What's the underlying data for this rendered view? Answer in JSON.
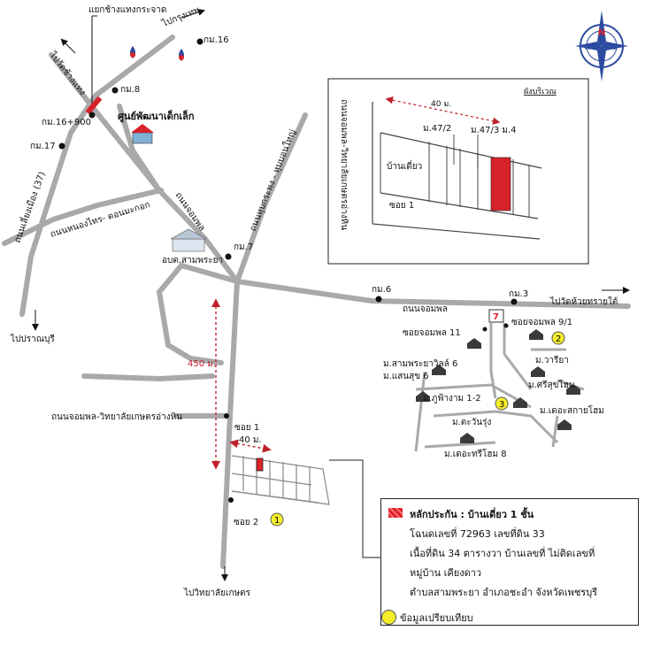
{
  "map": {
    "labels": {
      "junction": "แยกช้างแทงกระจาด",
      "to_bangkok": "ไปกรุงเทพ",
      "to_cha_am_wat": "ไปวัดช้างแทง",
      "km16_top": "กม.16",
      "km8": "กม.8",
      "km16_900": "กม.16+900",
      "child_center": "ศูนย์พัฒนาเด็กเล็ก",
      "km17": "กม.17",
      "road_liang_mueang": "ถนนเลี่ยงเมือง (37)",
      "road_nong_phai": "ถนนหนองไทร- ดอนมะกอก",
      "road_jompol_diag": "ถนนจอมพล",
      "road_hup_krapong": "ถนนหุบกระพง - หุบบอนใหญ่",
      "km7": "กม.7",
      "sao_sampraya": "อบต.สามพระยา",
      "to_pranburi": "ไปปราณบุรี",
      "km6": "กม.6",
      "road_jompol": "ถนนจอมพล",
      "km3": "กม.3",
      "to_wat_huai_sai": "ไปวัดห้วยทรายใต้",
      "soi_jompol_11": "ซอยจอมพล 11",
      "soi_jompol_9_1": "ซอยจอมพล 9/1",
      "v_sampraya_villa": "ม.สามพระยาวิลล์ 6",
      "v_saensuk": "ม.แสนสุข 6",
      "v_wariya": "ม.วารียา",
      "v_srisuk": "ม.ศรีสุขโฮม",
      "v_phufangam": "ม.ภูฟ้างาม 1-2",
      "v_tawanrung": "ม.ตะวันรุ่ง",
      "v_dokusakai": "ม.เดอะสกายโฮม",
      "v_dotree": "ม.เดอะทรีโฮม 8",
      "dist_450": "450 ม.",
      "road_jompol_uni": "ถนนจอมพล-วิทยาลัยเกษตรอ่างหิน",
      "soi1": "ซอย 1",
      "soi2": "ซอย 2",
      "dist_40": "40 ม.",
      "to_college": "ไปวิทยาลัยเกษตร",
      "num_1": "1",
      "num_2": "2",
      "num_3": "3"
    },
    "inset": {
      "title": "ผังบริเวณ",
      "dist": "40 ม.",
      "plot_a": "ม.47/2",
      "plot_b": "ม.47/3 ม.4",
      "house": "บ้านเดี่ยว",
      "soi": "ซอย 1",
      "road": "ถนนจอมพล-วิทยาลัยเกษตรอ่างหิน"
    },
    "compass": {
      "n": "N",
      "s": "S",
      "e": "E",
      "w": "W"
    },
    "colors": {
      "road": "#a9a9a9",
      "property": "#d8222a",
      "compare": "#f5ee2a",
      "dist": "#c0202a"
    }
  },
  "legend": {
    "collateral": "หลักประกัน : บ้านเดี่ยว 1 ชั้น",
    "line2": "โฉนดเลขที่ 72963 เลขที่ดิน 33",
    "line3": "เนื้อที่ดิน 34 ตารางวา บ้านเลขที่ ไม่ติดเลขที่",
    "line4": "หมู่บ้าน เคียงดาว",
    "line5": "ตำบลสามพระยา อำเภอชะอำ จังหวัดเพชรบุรี",
    "compare": "ข้อมูลเปรียบเทียบ"
  }
}
